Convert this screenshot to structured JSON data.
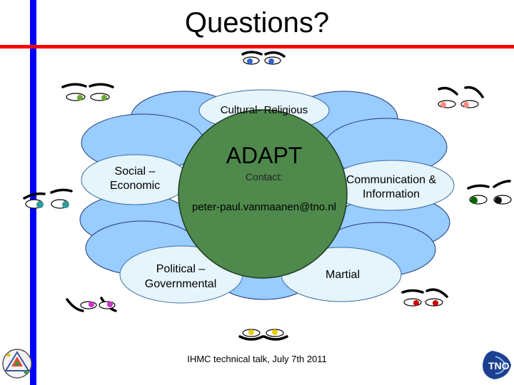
{
  "slide": {
    "title": "Questions?",
    "footer": "IHMC technical talk, July 7th 2011"
  },
  "diagram": {
    "center_title": "ADAPT",
    "contact_label": "Contact:",
    "contact_email": "peter-paul.vanmaanen@tno.nl",
    "petals": {
      "cultural": "Cultural- Religious",
      "social": "Social – Economic",
      "communication": "Communication & Information",
      "political": "Political – Governmental",
      "martial": "Martial"
    }
  },
  "colors": {
    "petal_blue": "#99ccff",
    "petal_light": "#e6f4fb",
    "center_green": "#4f8a4c",
    "red_rule": "#ff0000",
    "blue_rule": "#0000ff"
  },
  "eyes": [
    {
      "name": "top",
      "iris_color": "#3366cc"
    },
    {
      "name": "upper-left",
      "iris_color": "#66aa33"
    },
    {
      "name": "upper-right",
      "iris_color": "#ff8a80"
    },
    {
      "name": "mid-left",
      "iris_color": "#339999"
    },
    {
      "name": "mid-right",
      "iris_color": "#006600"
    },
    {
      "name": "lower-left",
      "iris_color": "#cc33cc"
    },
    {
      "name": "lower-right",
      "iris_color": "#cc0000"
    },
    {
      "name": "bottom",
      "iris_color": "#e6d000"
    }
  ],
  "logos": [
    "compass-logo",
    "tno-logo"
  ]
}
